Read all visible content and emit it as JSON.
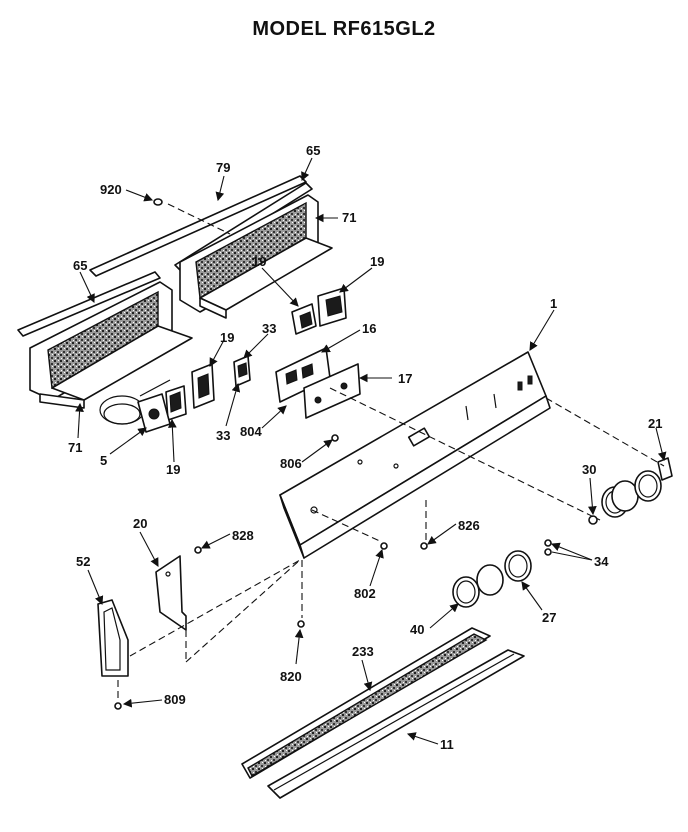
{
  "title": "MODEL RF615GL2",
  "labels": {
    "l920": "920",
    "l79": "79",
    "l65a": "65",
    "l71a": "71",
    "l65b": "65",
    "l19a": "19",
    "l19b": "19",
    "l19c": "19",
    "l19d": "19",
    "l33a": "33",
    "l16": "16",
    "l17": "17",
    "l1": "1",
    "l33b": "33",
    "l804": "804",
    "l71b": "71",
    "l5": "5",
    "l21": "21",
    "l30": "30",
    "l806": "806",
    "l20": "20",
    "l828": "828",
    "l826": "826",
    "l34": "34",
    "l52": "52",
    "l802": "802",
    "l27": "27",
    "l40": "40",
    "l233": "233",
    "l820": "820",
    "l809": "809",
    "l11": "11"
  }
}
